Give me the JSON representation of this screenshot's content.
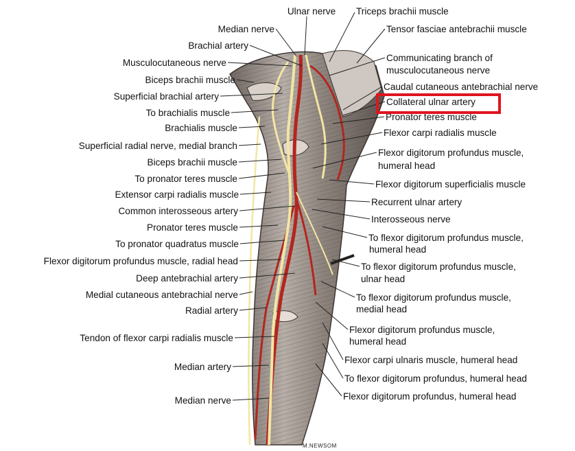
{
  "figure": {
    "signature": "M.NEWSOM",
    "highlight_color": "#e0141e",
    "colors": {
      "artery": "#b3261e",
      "nerve": "#f2e6a4",
      "muscle": "#8a7f7a",
      "leader": "#222222"
    },
    "highlighted_label": "Collateral ulnar artery"
  },
  "labels": {
    "top": [
      "Ulnar nerve",
      "Triceps brachii muscle"
    ],
    "left": [
      "Median nerve",
      "Brachial artery",
      "Musculocutaneous nerve",
      "Biceps brachii muscle",
      "Superficial brachial artery",
      "To brachialis muscle",
      "Brachialis muscle",
      "Superficial radial nerve, medial branch",
      "Biceps brachii muscle",
      "To pronator teres muscle",
      "Extensor carpi radialis muscle",
      "Common interosseous artery",
      "Pronator teres muscle",
      "To pronator quadratus muscle",
      "Flexor digitorum profundus muscle, radial head",
      "Deep antebrachial artery",
      "Medial cutaneous antebrachial nerve",
      "Radial artery",
      "Tendon of flexor carpi radialis muscle",
      "Median artery",
      "Median nerve"
    ],
    "right": [
      "Tensor fasciae antebrachii muscle",
      "Communicating branch of",
      "musculocutaneous nerve",
      "Caudal cutaneous antebrachial nerve",
      "Collateral ulnar artery",
      "Pronator teres muscle",
      "Flexor carpi radialis muscle",
      "Flexor digitorum profundus muscle,",
      "humeral head",
      "Flexor digitorum superficialis muscle",
      "Recurrent ulnar artery",
      "Interosseous nerve",
      "To flexor digitorum profundus muscle,",
      "humeral head",
      "To flexor digitorum profundus muscle,",
      "ulnar head",
      "To flexor digitorum profundus muscle,",
      "medial head",
      "Flexor digitorum profundus muscle,",
      "humeral head",
      "Flexor carpi ulnaris muscle, humeral head",
      "To flexor digitorum profundus, humeral head",
      "Flexor digitorum profundus, humeral head"
    ]
  }
}
